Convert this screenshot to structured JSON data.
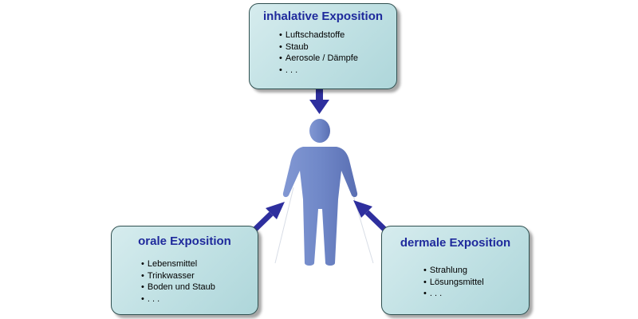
{
  "colors": {
    "box_fill": "#bfe0e3",
    "box_border": "#2f4f4f",
    "title_text": "#1f2a9c",
    "arrow": "#2e2f9e",
    "figure": "#6f86c6"
  },
  "icons": {
    "person": "human-figure-icon",
    "arrow": "arrow-icon"
  },
  "boxes": {
    "inhalative": {
      "title": "inhalative Exposition",
      "items": [
        "Luftschadstoffe",
        "Staub",
        "Aerosole / Dämpfe",
        ". . ."
      ]
    },
    "orale": {
      "title": "orale Exposition",
      "items": [
        "Lebensmittel",
        "Trinkwasser",
        "Boden und Staub",
        ". . ."
      ]
    },
    "dermale": {
      "title": "dermale Exposition",
      "items": [
        "Strahlung",
        "Lösungsmittel",
        ". . ."
      ]
    }
  }
}
